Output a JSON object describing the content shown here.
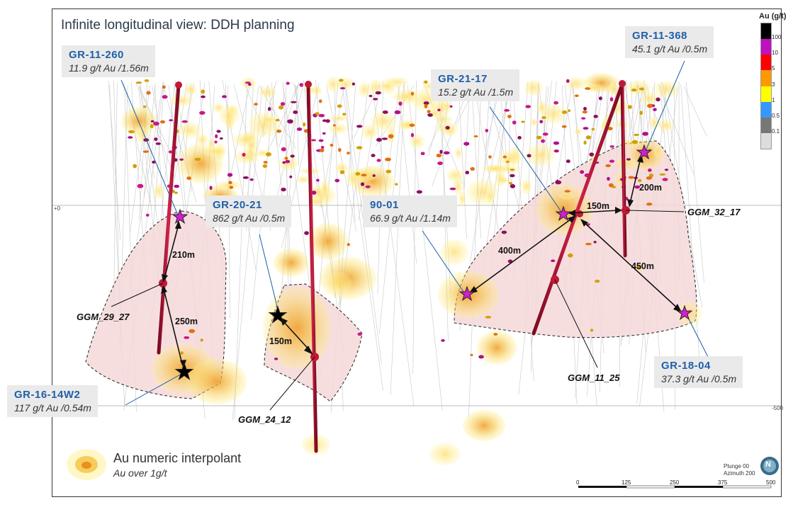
{
  "title": "Infinite longitudinal view: DDH planning",
  "callouts": [
    {
      "name": "GR-11-260",
      "grade": "11.9 g/t Au /1.56m"
    },
    {
      "name": "GR-11-368",
      "grade": "45.1 g/t Au /0.5m"
    },
    {
      "name": "GR-21-17",
      "grade": "15.2 g/t Au /1.5m"
    },
    {
      "name": "GR-20-21",
      "grade": "862 g/t Au /0.5m"
    },
    {
      "name": "90-01",
      "grade": "66.9 g/t Au /1.14m"
    },
    {
      "name": "GR-16-14W2",
      "grade": "117 g/t Au /0.54m"
    },
    {
      "name": "GR-18-04",
      "grade": "37.3 g/t Au /0.5m"
    }
  ],
  "ggm_labels": [
    "GGM_29_27",
    "GGM_24_12",
    "GGM_11_25",
    "GGM_32_17"
  ],
  "distances": [
    "210m",
    "250m",
    "150m",
    "400m",
    "150m",
    "200m",
    "450m"
  ],
  "legend": {
    "title": "Au (g/t)",
    "entries": [
      {
        "label": "100",
        "color": "#000000"
      },
      {
        "label": "10",
        "color": "#c010c0"
      },
      {
        "label": "5",
        "color": "#ff0000"
      },
      {
        "label": "3",
        "color": "#ff9900"
      },
      {
        "label": "1",
        "color": "#ffff00"
      },
      {
        "label": "0.5",
        "color": "#3399ff"
      },
      {
        "label": "0.1",
        "color": "#777777"
      }
    ],
    "below_color": "#dddddd"
  },
  "axis": {
    "zero": "+0",
    "minus500": "-500"
  },
  "bottom_legend": {
    "title": "Au numeric interpolant",
    "subtitle": "Au over 1g/t"
  },
  "orientation": {
    "plunge": "Plunge 00",
    "azimuth": "Azimuth 200",
    "compass": "N"
  },
  "scale_bar": [
    "0",
    "125",
    "250",
    "375",
    "500"
  ],
  "colors": {
    "drillhole": "#b01030",
    "zone_fill": "#f7dcdc",
    "callout_bg": "#eaeaea",
    "callout_name": "#1f5fa8"
  }
}
